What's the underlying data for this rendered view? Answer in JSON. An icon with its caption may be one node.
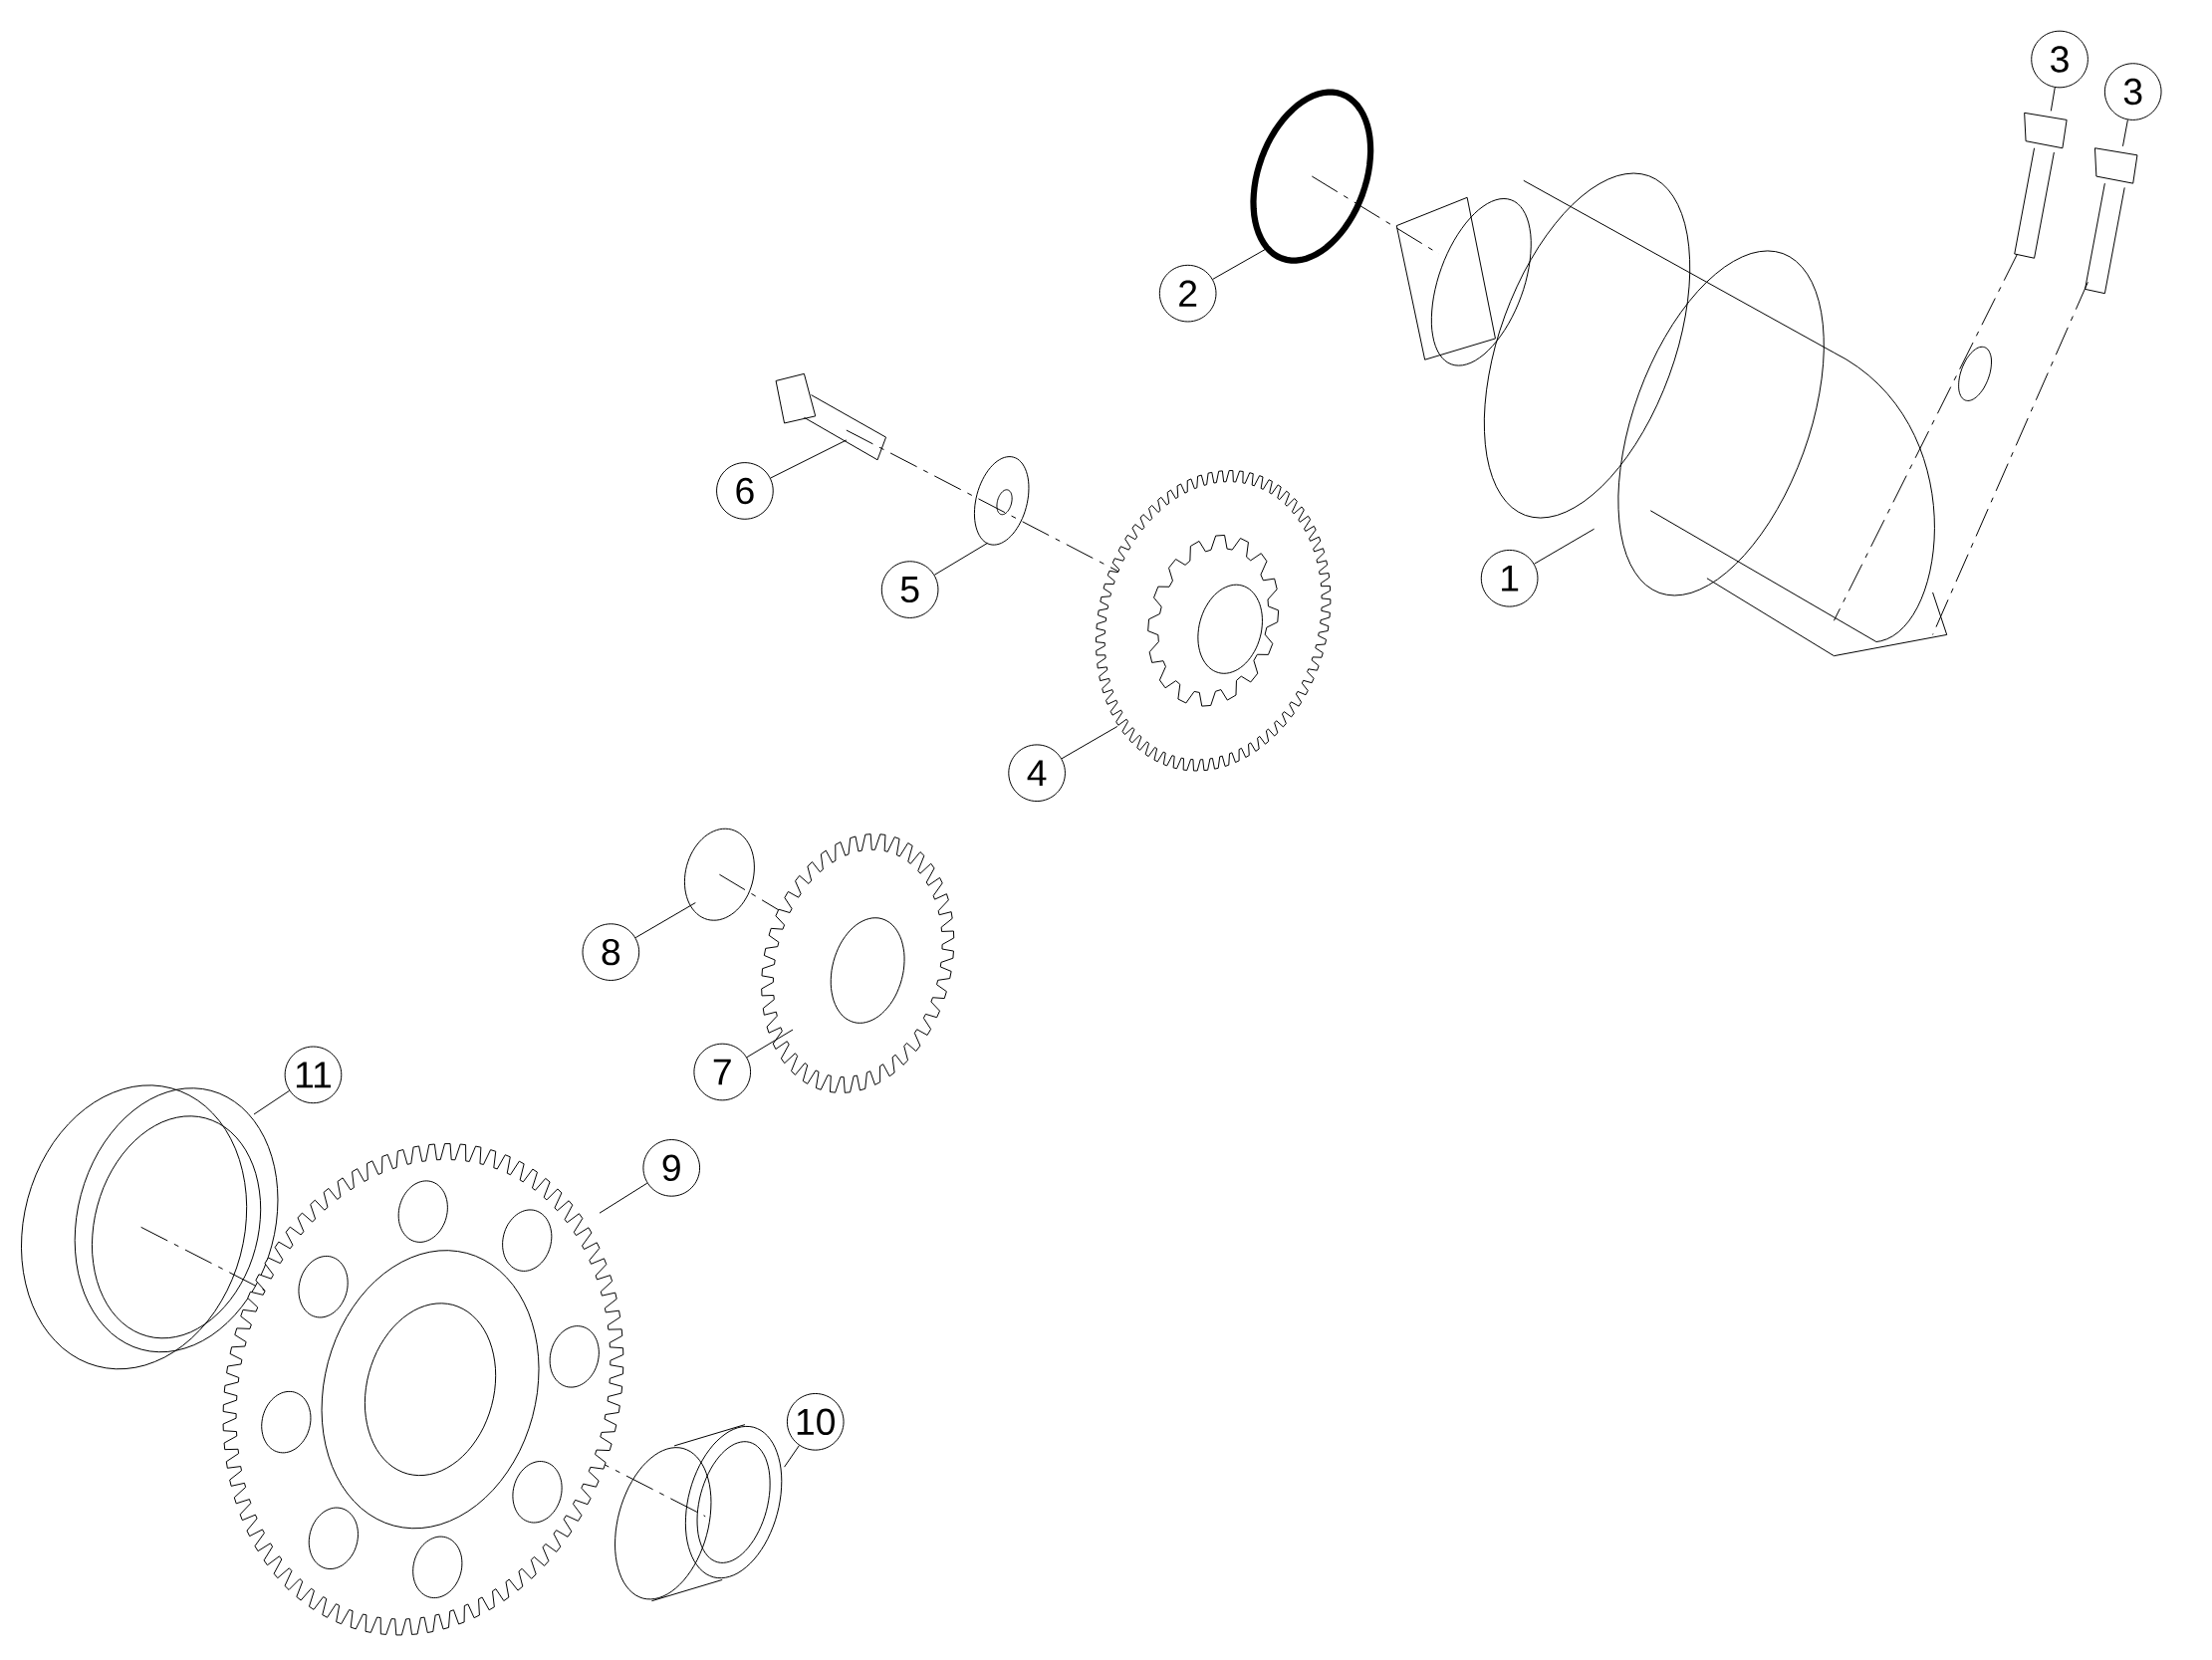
{
  "diagram": {
    "nodes": [
      {
        "text": [
          "1"
        ]
      },
      {
        "text": [
          "2"
        ]
      },
      {
        "text": [
          "3"
        ]
      },
      {
        "text": [
          "3"
        ]
      },
      {
        "text": [
          "4"
        ]
      },
      {
        "text": [
          "5"
        ]
      },
      {
        "text": [
          "6"
        ]
      },
      {
        "text": [
          "7"
        ]
      },
      {
        "text": [
          "8"
        ]
      },
      {
        "text": [
          "9"
        ]
      },
      {
        "text": [
          "10"
        ]
      },
      {
        "text": [
          "11"
        ]
      },
      {
        "text": [],
        "shape": "picture"
      },
      {
        "text": [],
        "shape": "picture"
      }
    ],
    "edges": [
      {
        "from": 0,
        "to": null,
        "arrow": "none"
      },
      {
        "from": 1,
        "to": null,
        "arrow": "none"
      },
      {
        "from": 2,
        "to": 12,
        "arrow": "none"
      },
      {
        "from": 3,
        "to": 13,
        "arrow": "none"
      },
      {
        "from": 4,
        "to": null,
        "arrow": "none"
      },
      {
        "from": 5,
        "to": null,
        "arrow": "none"
      },
      {
        "from": 6,
        "to": null,
        "arrow": "none"
      },
      {
        "from": 7,
        "to": null,
        "arrow": "none"
      },
      {
        "from": 8,
        "to": null,
        "arrow": "none"
      },
      {
        "from": 9,
        "to": null,
        "arrow": "none"
      },
      {
        "from": 10,
        "to": null,
        "arrow": "none"
      },
      {
        "from": 11,
        "to": null,
        "arrow": "none"
      }
    ]
  }
}
